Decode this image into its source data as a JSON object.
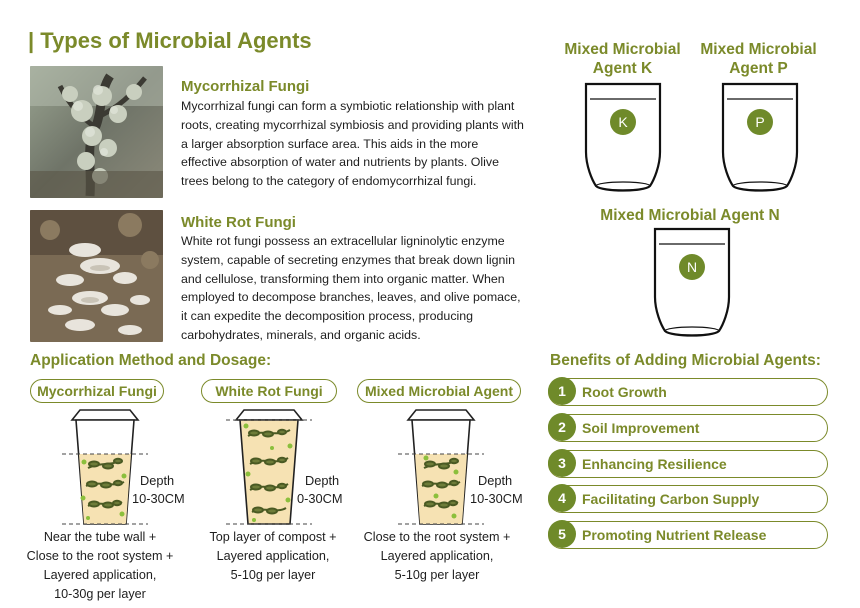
{
  "title": "| Types of Microbial Agents",
  "fungi": [
    {
      "name": "Mycorrhizal Fungi",
      "lines": [
        "Mycorrhizal fungi can form a symbiotic relationship with plant",
        "roots, creating mycorrhizal symbiosis and providing plants with",
        "a larger absorption surface area. This aids in the more",
        "effective absorption of water and nutrients by plants. Olive",
        "trees belong to the category of endomycorrhizal fungi."
      ]
    },
    {
      "name": "White Rot Fungi",
      "lines": [
        "White rot fungi possess an extracellular ligninolytic enzyme",
        "system, capable of secreting enzymes that break down lignin",
        "and cellulose, transforming them into organic matter. When",
        "employed to decompose branches, leaves, and olive pomace,",
        "it can expedite the decomposition process, producing",
        "carbohydrates, minerals, and organic acids."
      ]
    }
  ],
  "agents": [
    {
      "line1": "Mixed Microbial",
      "line2": "Agent K",
      "letter": "K"
    },
    {
      "line1": "Mixed Microbial",
      "line2": "Agent P",
      "letter": "P"
    },
    {
      "line1": "Mixed Microbial Agent N",
      "letter": "N"
    }
  ],
  "application": {
    "heading": "Application Method and Dosage:",
    "methods": [
      {
        "label": "Mycorrhizal Fungi",
        "depth_label": "Depth",
        "depth_value": "10-30CM",
        "notes": [
          "Near the tube wall +",
          "Close to the root system +",
          "Layered application,",
          "10-30g per layer"
        ]
      },
      {
        "label": "White Rot Fungi",
        "depth_label": "Depth",
        "depth_value": "0-30CM",
        "notes": [
          "Top layer of compost +",
          "Layered application,",
          "5-10g per layer"
        ]
      },
      {
        "label": "Mixed Microbial Agent",
        "depth_label": "Depth",
        "depth_value": "10-30CM",
        "notes": [
          "Close to the root system +",
          "Layered application,",
          "5-10g per layer"
        ]
      }
    ]
  },
  "benefits": {
    "heading": "Benefits of Adding Microbial Agents:",
    "items": [
      {
        "num": "1",
        "text": "Root Growth"
      },
      {
        "num": "2",
        "text": "Soil Improvement"
      },
      {
        "num": "3",
        "text": "Enhancing Resilience"
      },
      {
        "num": "4",
        "text": "Facilitating Carbon Supply"
      },
      {
        "num": "5",
        "text": "Promoting Nutrient Release"
      }
    ]
  },
  "colors": {
    "accent": "#7b8a2a",
    "badge": "#6f8a2a",
    "sand": "#f6e2b3"
  }
}
